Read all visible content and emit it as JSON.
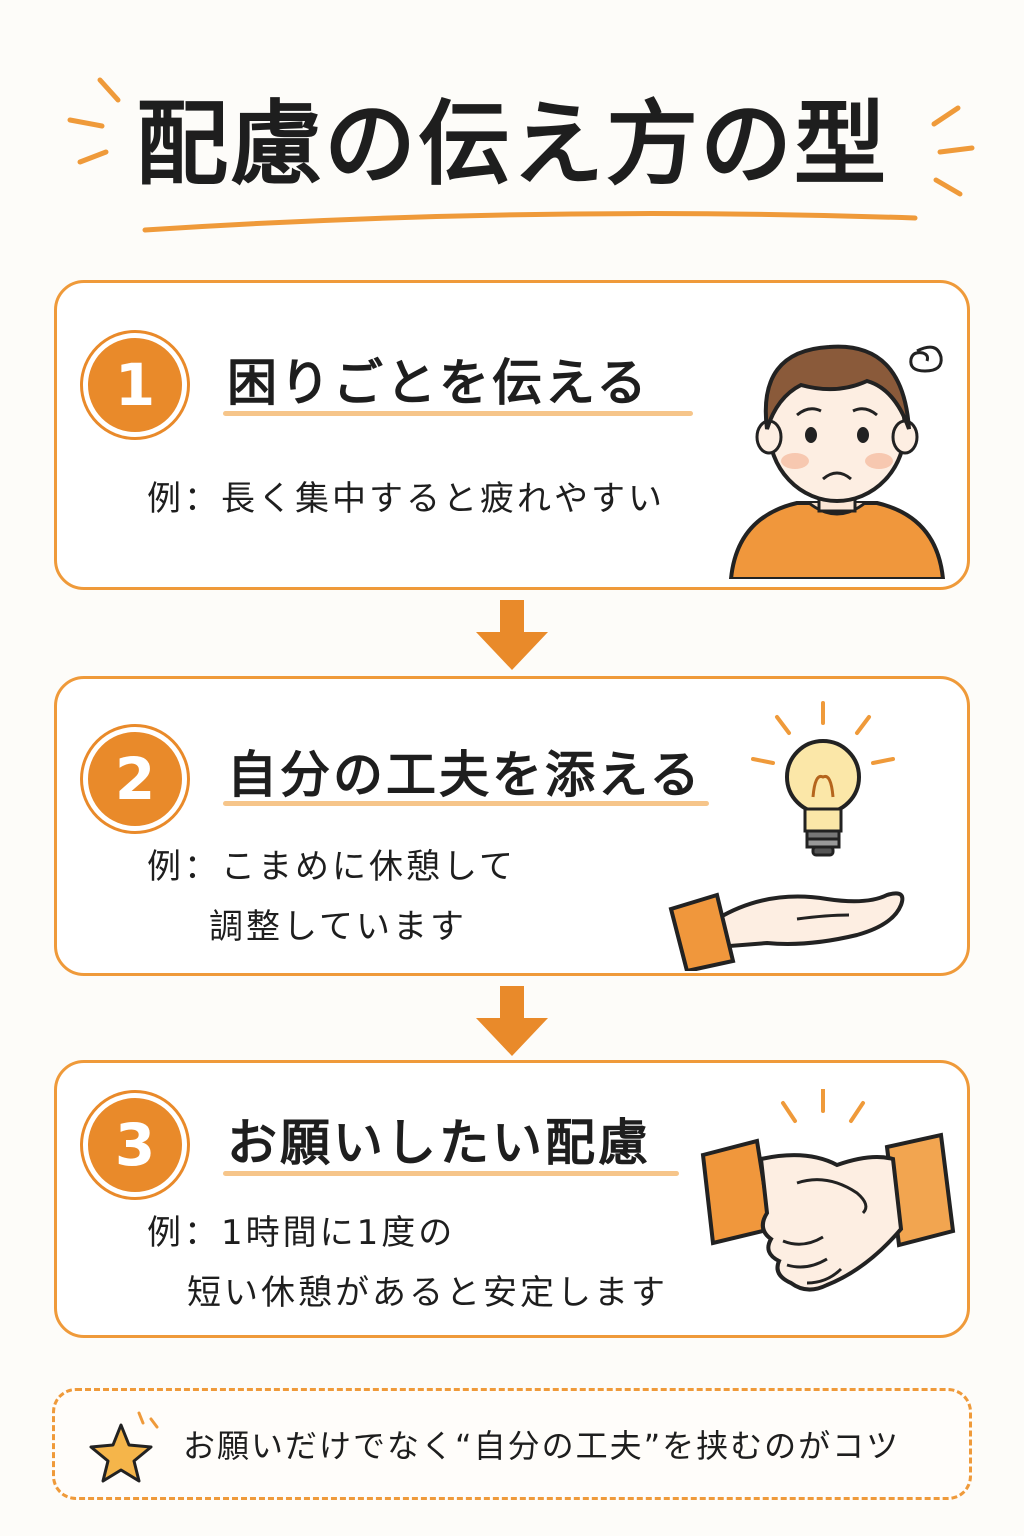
{
  "title": "配慮の伝え方の型",
  "steps": [
    {
      "number": "1",
      "heading": "困りごとを伝える",
      "example_prefix": "例：",
      "example_lines": [
        "長く集中すると疲れやすい"
      ],
      "illustration": "worried-person-icon"
    },
    {
      "number": "2",
      "heading": "自分の工夫を添える",
      "example_prefix": "例：",
      "example_lines": [
        "こまめに休憩して",
        "調整しています"
      ],
      "illustration": "lightbulb-hand-icon"
    },
    {
      "number": "3",
      "heading": "お願いしたい配慮",
      "example_prefix": "例：",
      "example_lines": [
        "1時間に1度の",
        "短い休憩があると安定します"
      ],
      "illustration": "handshake-icon"
    }
  ],
  "tip": {
    "icon": "star-icon",
    "text": "お願いだけでなく“自分の工夫”を挟むのがコツ"
  },
  "colors": {
    "accent": "#e98a2a",
    "border": "#ef9a3a",
    "underline": "#f6c58a"
  }
}
